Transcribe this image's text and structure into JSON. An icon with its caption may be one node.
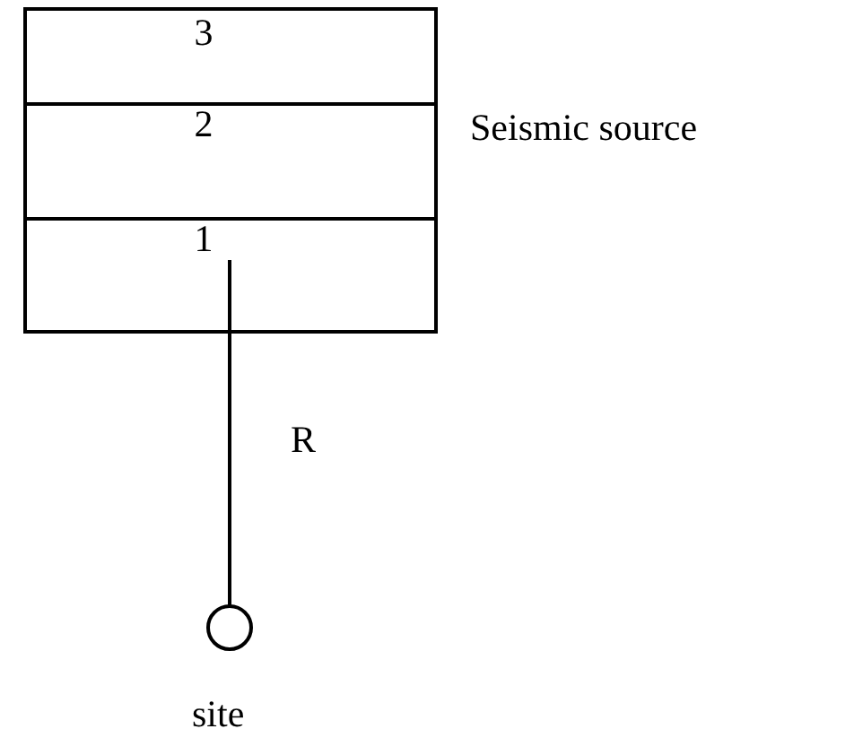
{
  "diagram": {
    "nodes": [
      {
        "text": [
          "3"
        ]
      },
      {
        "text": [
          "2"
        ]
      },
      {
        "text": [
          "1"
        ]
      },
      {
        "text": [],
        "shape": "circle",
        "beside": [
          "site"
        ]
      }
    ],
    "edges": [
      {
        "from": 2,
        "to": 3,
        "arrow": "none",
        "label": "R"
      }
    ],
    "labels": [
      "Seismic source"
    ]
  }
}
